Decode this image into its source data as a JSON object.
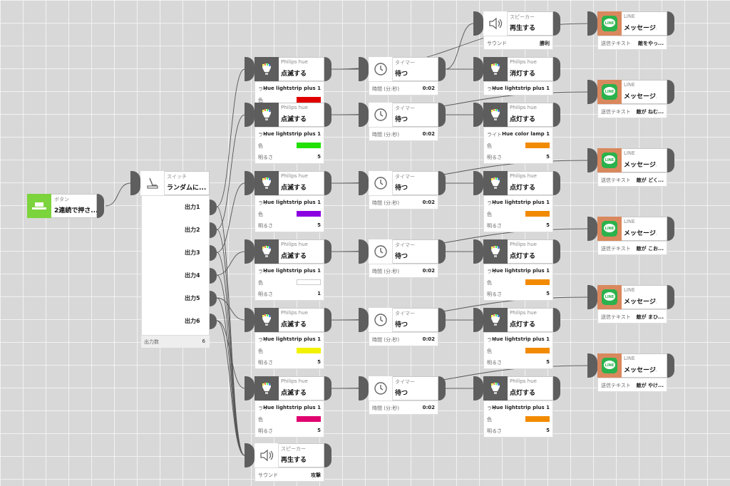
{
  "button_node": {
    "category": "ボタン",
    "action": "2連続で押さ..."
  },
  "switch_node": {
    "category": "スイッチ",
    "action": "ランダムに...",
    "outputs": [
      "出力1",
      "出力2",
      "出力3",
      "出力4",
      "出力5",
      "出力6"
    ],
    "count_label": "出力数",
    "count_value": "6"
  },
  "hue_blink_nodes": [
    {
      "category": "Philips hue",
      "action": "点滅する",
      "light": "Hue lightstrip plus 1",
      "light_key": "ライ",
      "color_key": "色",
      "color": "#e00000",
      "brightness_key": "",
      "brightness": ""
    },
    {
      "category": "Philips hue",
      "action": "点滅する",
      "light": "Hue lightstrip plus 1",
      "light_key": "ライ",
      "color_key": "色",
      "color": "#22e000",
      "brightness_key": "明るさ",
      "brightness": "5"
    },
    {
      "category": "Philips hue",
      "action": "点滅する",
      "light": "Hue lightstrip plus 1",
      "light_key": "ライ",
      "color_key": "色",
      "color": "#8a00e0",
      "brightness_key": "明るさ",
      "brightness": "5"
    },
    {
      "category": "Philips hue",
      "action": "点滅する",
      "light": "Hue lightstrip plus 1",
      "light_key": "ライ",
      "color_key": "色",
      "color": "#ffffff",
      "brightness_key": "明るさ",
      "brightness": "1"
    },
    {
      "category": "Philips hue",
      "action": "点滅する",
      "light": "Hue lightstrip plus 1",
      "light_key": "ライ",
      "color_key": "色",
      "color": "#f2f200",
      "brightness_key": "明るさ",
      "brightness": "5"
    },
    {
      "category": "Philips hue",
      "action": "点滅する",
      "light": "Hue lightstrip plus 1",
      "light_key": "ライ",
      "color_key": "色",
      "color": "#e0006e",
      "brightness_key": "明るさ",
      "brightness": "5"
    }
  ],
  "timer_nodes": [
    {
      "category": "タイマー",
      "action": "待つ",
      "key": "時間 (分:秒)",
      "value": "0:02"
    },
    {
      "category": "タイマー",
      "action": "待つ",
      "key": "時間 (分:秒)",
      "value": "0:02"
    },
    {
      "category": "タイマー",
      "action": "待つ",
      "key": "時間 (分:秒)",
      "value": "0:02"
    },
    {
      "category": "タイマー",
      "action": "待つ",
      "key": "時間 (分:秒)",
      "value": "0:02"
    },
    {
      "category": "タイマー",
      "action": "待つ",
      "key": "時間 (分:秒)",
      "value": "0:02"
    },
    {
      "category": "タイマー",
      "action": "待つ",
      "key": "時間 (分:秒)",
      "value": "0:02"
    }
  ],
  "hue_on_nodes": [
    {
      "category": "Philips hue",
      "action": "消灯する",
      "light": "Hue lightstrip plus 1",
      "light_key": "ライ",
      "color_key": "",
      "color": "",
      "brightness_key": "",
      "brightness": ""
    },
    {
      "category": "Philips hue",
      "action": "点灯する",
      "light": "Hue color lamp 1",
      "light_key": "ライト",
      "color_key": "色",
      "color": "#f28a00",
      "brightness_key": "明るさ",
      "brightness": "5"
    },
    {
      "category": "Philips hue",
      "action": "点灯する",
      "light": "Hue lightstrip plus 1",
      "light_key": "ライ",
      "color_key": "色",
      "color": "#f28a00",
      "brightness_key": "明るさ",
      "brightness": "5"
    },
    {
      "category": "Philips hue",
      "action": "点灯する",
      "light": "Hue lightstrip plus 1",
      "light_key": "ライ",
      "color_key": "色",
      "color": "#f28a00",
      "brightness_key": "明るさ",
      "brightness": "5"
    },
    {
      "category": "Philips hue",
      "action": "点灯する",
      "light": "Hue lightstrip plus 1",
      "light_key": "ライ",
      "color_key": "色",
      "color": "#f28a00",
      "brightness_key": "明るさ",
      "brightness": "5"
    },
    {
      "category": "Philips hue",
      "action": "点灯する",
      "light": "Hue lightstrip plus 1",
      "light_key": "ライ",
      "color_key": "色",
      "color": "#f28a00",
      "brightness_key": "明るさ",
      "brightness": "5"
    }
  ],
  "speaker_top": {
    "category": "スピーカー",
    "action": "再生する",
    "key": "サウンド",
    "value": "勝利"
  },
  "speaker_bottom": {
    "category": "スピーカー",
    "action": "再生する",
    "key": "サウンド",
    "value": "攻撃"
  },
  "line_nodes": [
    {
      "category": "LINE",
      "action": "メッセージ...",
      "key": "送信テキスト",
      "value": "敵をやっ..."
    },
    {
      "category": "LINE",
      "action": "メッセージ...",
      "key": "送信テキスト",
      "value": "敵が ねむ..."
    },
    {
      "category": "LINE",
      "action": "メッセージ...",
      "key": "送信テキスト",
      "value": "敵が どく..."
    },
    {
      "category": "LINE",
      "action": "メッセージ...",
      "key": "送信テキスト",
      "value": "敵が こお..."
    },
    {
      "category": "LINE",
      "action": "メッセージ...",
      "key": "送信テキスト",
      "value": "敵が まひ..."
    },
    {
      "category": "LINE",
      "action": "メッセージ...",
      "key": "送信テキスト",
      "value": "敵が やけ..."
    }
  ],
  "colors": {
    "node_port": "#5e5e5e",
    "wire": "#555555",
    "button_green": "#7cd43c",
    "line_tile": "#d9885e",
    "canvas": "#d8d8d8"
  }
}
